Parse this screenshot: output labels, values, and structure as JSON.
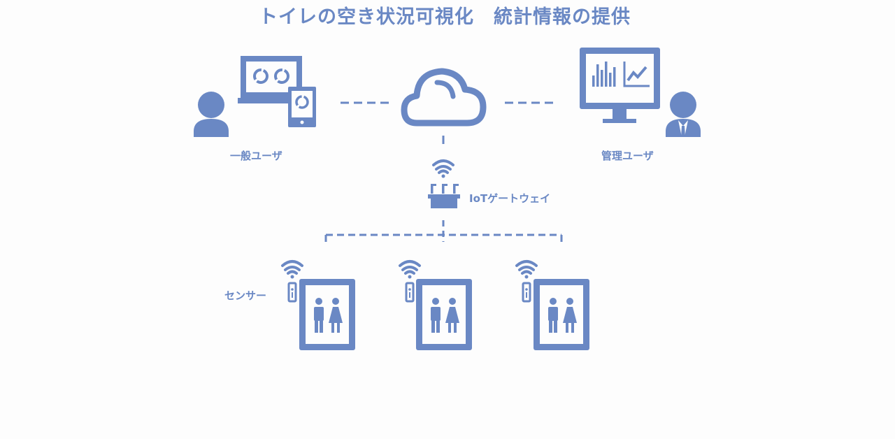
{
  "title": "トイレの空き状況可視化　統計情報の提供",
  "labels": {
    "general_user": "一般ユーザ",
    "admin_user": "管理ユーザ",
    "iot_gateway": "IoTゲートウェイ",
    "sensor": "センサー"
  },
  "icons": [
    "person-icon",
    "laptop-icon",
    "tablet-icon",
    "cloud-icon",
    "monitor-icon",
    "wifi-icon",
    "gateway-icon",
    "sensor-icon",
    "restroom-icon"
  ],
  "colors": {
    "accent": "#6a88c4",
    "background": "#fdfdfd"
  }
}
